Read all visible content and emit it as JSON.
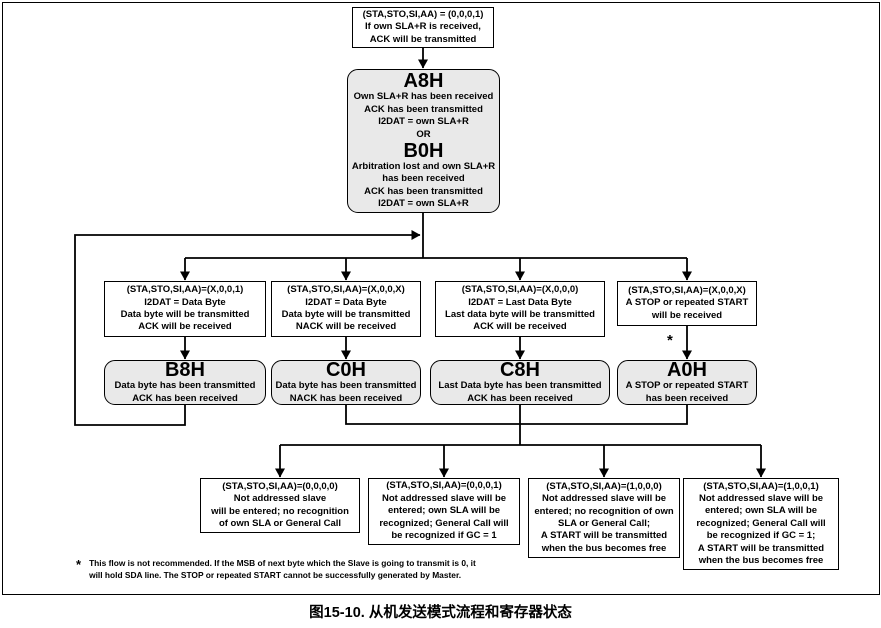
{
  "colors": {
    "state_fill": "#e9e9e9",
    "line_color": "#000000",
    "background": "#ffffff"
  },
  "entry": {
    "lines": [
      "(STA,STO,SI,AA) = (0,0,0,1)",
      "If own SLA+R is received,",
      "ACK will be transmitted"
    ]
  },
  "main_state": {
    "title_a": "A8H",
    "lines_a": [
      "Own SLA+R has been received",
      "ACK has been transmitted",
      "I2DAT = own SLA+R"
    ],
    "or_label": "OR",
    "title_b": "B0H",
    "lines_b": [
      "Arbitration lost and own SLA+R",
      "has been received",
      "ACK has been transmitted",
      "I2DAT = own SLA+R"
    ]
  },
  "conditions": [
    {
      "lines": [
        "(STA,STO,SI,AA)=(X,0,0,1)",
        "I2DAT = Data Byte",
        "Data byte will be transmitted",
        "ACK will be received"
      ]
    },
    {
      "lines": [
        "(STA,STO,SI,AA)=(X,0,0,X)",
        "I2DAT = Data Byte",
        "Data byte will be transmitted",
        "NACK will be received"
      ]
    },
    {
      "lines": [
        "(STA,STO,SI,AA)=(X,0,0,0)",
        "I2DAT = Last Data Byte",
        "Last data byte will be transmitted",
        "ACK will be received"
      ]
    },
    {
      "lines": [
        "(STA,STO,SI,AA)=(X,0,0,X)",
        "A STOP or repeated START",
        "will be received"
      ]
    }
  ],
  "states": [
    {
      "title": "B8H",
      "lines": [
        "Data byte has been transmitted",
        "ACK has been received"
      ]
    },
    {
      "title": "C0H",
      "lines": [
        "Data byte has been transmitted",
        "NACK has been received"
      ]
    },
    {
      "title": "C8H",
      "lines": [
        "Last Data byte has been transmitted",
        "ACK has been received"
      ]
    },
    {
      "title": "A0H",
      "lines": [
        "A STOP or repeated START",
        "has been received"
      ]
    }
  ],
  "results": [
    {
      "lines": [
        "(STA,STO,SI,AA)=(0,0,0,0)",
        "Not addressed slave",
        "will be entered; no recognition",
        "of own SLA or General Call"
      ]
    },
    {
      "lines": [
        "(STA,STO,SI,AA)=(0,0,0,1)",
        "Not addressed slave will be",
        "entered; own SLA will be",
        "recognized; General Call will",
        "be recognized if GC = 1"
      ]
    },
    {
      "lines": [
        "(STA,STO,SI,AA)=(1,0,0,0)",
        "Not addressed slave will be",
        "entered; no recognition of own",
        "SLA or General Call;",
        "A START will be transmitted",
        "when the bus becomes free"
      ]
    },
    {
      "lines": [
        "(STA,STO,SI,AA)=(1,0,0,1)",
        "Not addressed slave will be",
        "entered; own SLA will be",
        "recognized; General Call will",
        "be recognized if GC = 1;",
        "A START will be transmitted",
        "when the bus becomes free"
      ]
    }
  ],
  "star_marker": "*",
  "footnote": {
    "marker": "*",
    "lines": [
      "This flow is not recommended. If the MSB of next byte which the Slave is going to transmit is 0, it",
      "will hold SDA line. The STOP or repeated START cannot be successfully generated by Master."
    ]
  },
  "caption": "图15-10. 从机发送模式流程和寄存器状态"
}
